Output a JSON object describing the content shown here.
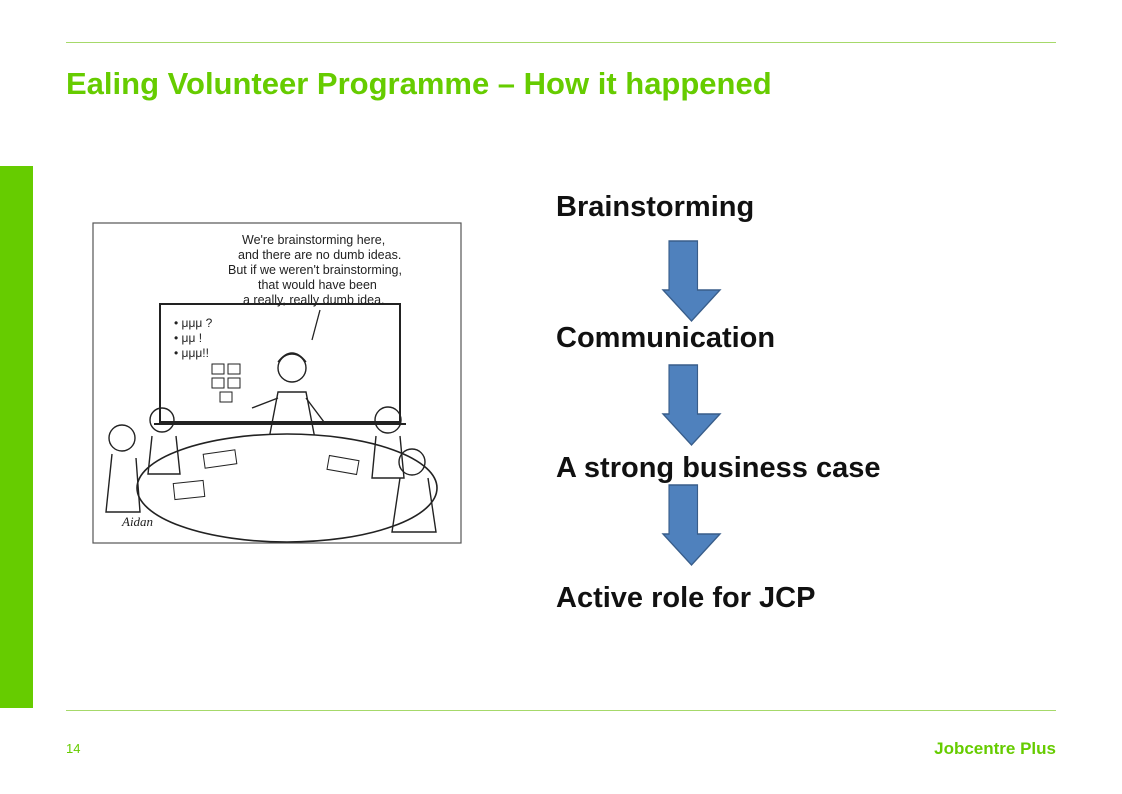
{
  "slide": {
    "title": "Ealing Volunteer Programme – How it happened",
    "steps": [
      "Brainstorming",
      "Communication",
      "A strong business case",
      "Active role for JCP"
    ],
    "arrow_icon": "down-arrow-icon",
    "colors": {
      "accent": "#66cc00",
      "arrow_fill": "#4f81bd",
      "arrow_stroke": "#385d8a"
    }
  },
  "cartoon": {
    "caption_lines": [
      "We're brainstorming here,",
      "and there are no dumb ideas.",
      "But if we weren't brainstorming,",
      "that would have been",
      "a really, really dumb idea."
    ],
    "board_scribbles": [
      "• μμμ ?",
      "• μμ !",
      "• μμμ!!"
    ],
    "signature": "Aidan"
  },
  "footer": {
    "page_number": "14",
    "brand": "Jobcentre Plus"
  }
}
